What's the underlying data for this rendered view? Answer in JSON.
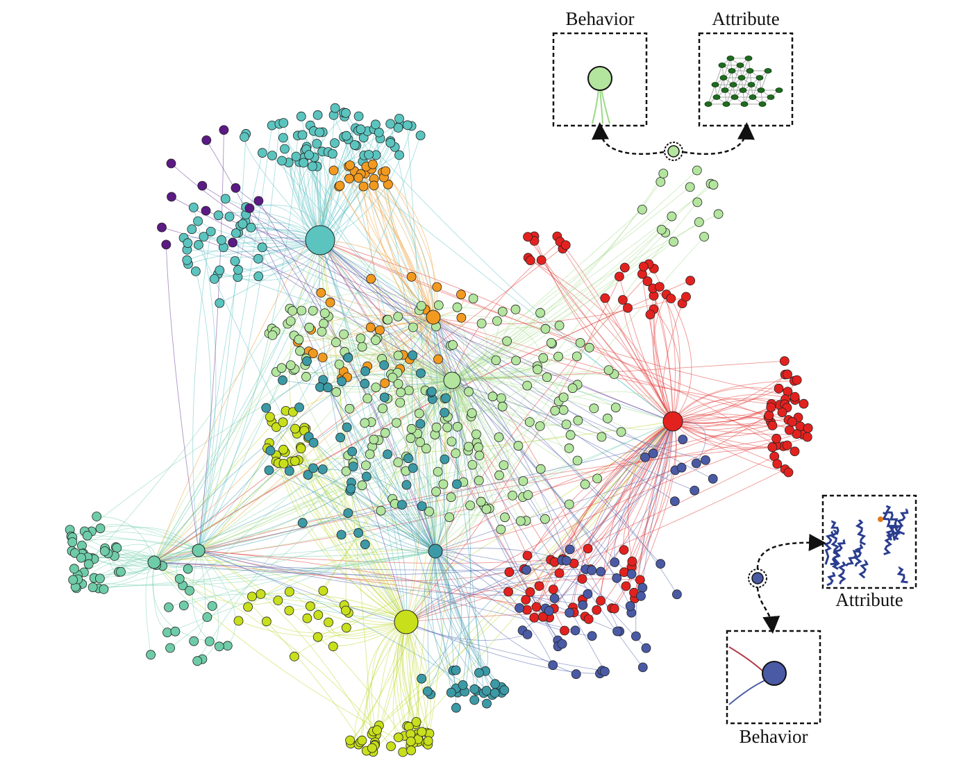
{
  "callouts": {
    "top_behavior_label": "Behavior",
    "top_attribute_label": "Attribute",
    "right_attribute_label": "Attribute",
    "right_behavior_label": "Behavior"
  },
  "palette": {
    "teal": "#5bc4bf",
    "teal_dark": "#3b9aa6",
    "light_green": "#b3e59e",
    "bright_green": "#7be03a",
    "lime": "#c8df1c",
    "orange": "#f29a1f",
    "red": "#e3221f",
    "navy": "#4a5aa5",
    "purple": "#5c1a84",
    "mint": "#6fcca8"
  },
  "communities": [
    {
      "id": "teal",
      "color": "#5bc4bf",
      "edge": "#62c2c4"
    },
    {
      "id": "red",
      "color": "#e3221f",
      "edge": "#e23a38"
    },
    {
      "id": "lime",
      "color": "#c8df1c",
      "edge": "#bfd92f"
    },
    {
      "id": "mint",
      "color": "#6fcca8",
      "edge": "#7fd3b5"
    },
    {
      "id": "orange",
      "color": "#f29a1f",
      "edge": "#f0a03a"
    },
    {
      "id": "light_green",
      "color": "#b3e59e",
      "edge": "#a8dc8e"
    },
    {
      "id": "teal_dark",
      "color": "#3b9aa6",
      "edge": "#4aa3b5"
    },
    {
      "id": "navy",
      "color": "#4a5aa5",
      "edge": "#5566b0"
    }
  ],
  "icons": {
    "lattice": "crystal-lattice-icon",
    "protein": "protein-structure-icon"
  }
}
